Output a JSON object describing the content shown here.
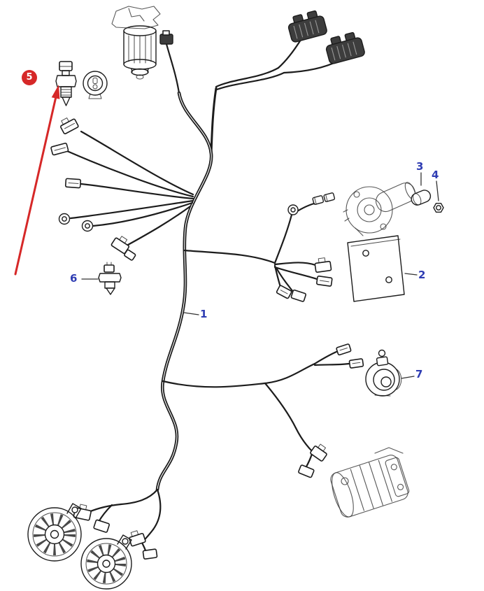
{
  "callouts": {
    "c1": "1",
    "c2": "2",
    "c3": "3",
    "c4": "4",
    "c5": "5",
    "c6": "6",
    "c7": "7"
  },
  "colors": {
    "callout_text": "#2f3db3",
    "arrow": "#d62828",
    "badge_bg": "#d62828",
    "badge_text": "#ffffff",
    "line": "#1c1c1c",
    "background": "#ffffff"
  }
}
